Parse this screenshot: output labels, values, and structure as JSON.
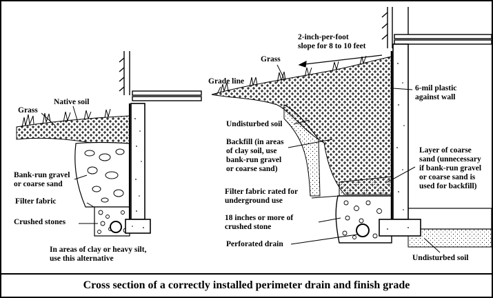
{
  "caption": "Cross section of a correctly installed perimeter drain and finish grade",
  "left_diagram": {
    "labels": {
      "grass": "Grass",
      "native_soil": "Native soil",
      "gravel": "Bank-run gravel\nor coarse sand",
      "filter_fabric": "Filter fabric",
      "crushed_stones": "Crushed stones",
      "note": "In areas of clay or heavy silt,\nuse this alternative"
    }
  },
  "right_diagram": {
    "labels": {
      "slope": "2-inch-per-foot\nslope for 8 to 10 feet",
      "grass": "Grass",
      "grade_line": "Grade line",
      "plastic": "6-mil plastic\nagainst wall",
      "undisturbed_soil_top": "Undisturbed soil",
      "backfill": "Backfill (in areas\nof clay soil, use\nbank-run gravel\nor coarse sand)",
      "coarse_sand": "Layer of coarse\nsand (unnecessary\nif bank-run gravel\nor coarse sand is\nused for backfill)",
      "filter_fabric": "Filter fabric rated for\nunderground use",
      "crushed_stone": "18 inches or more of\ncrushed stone",
      "drain": "Perforated drain",
      "undisturbed_soil_bottom": "Undisturbed soil"
    }
  },
  "colors": {
    "ink": "#000000",
    "paper": "#ffffff",
    "concrete": "#ffffff"
  }
}
